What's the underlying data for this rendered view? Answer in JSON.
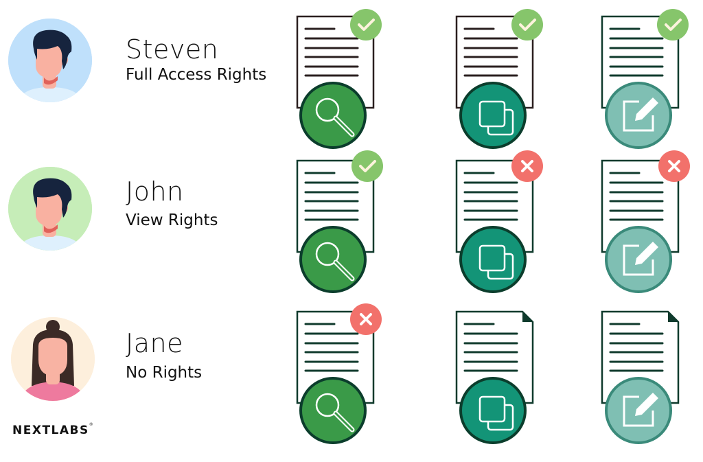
{
  "users": [
    {
      "name": "Steven",
      "role": "Full Access Rights",
      "avatar_bg": "#bfe0fb",
      "avatar": "male-avatar"
    },
    {
      "name": "John",
      "role": "View Rights",
      "avatar_bg": "#c6edb8",
      "avatar": "male-avatar"
    },
    {
      "name": "Jane",
      "role": "No Rights",
      "avatar_bg": "#fdefdc",
      "avatar": "female-avatar"
    }
  ],
  "actions": [
    {
      "name": "view",
      "icon": "magnifier-icon",
      "circle_fill": "#3a9a48",
      "circle_border": "#0b3d2c"
    },
    {
      "name": "copy",
      "icon": "copy-icon",
      "circle_fill": "#139477",
      "circle_border": "#0b3d2c"
    },
    {
      "name": "edit",
      "icon": "edit-icon",
      "circle_fill": "#7fbfb3",
      "circle_border": "#3a8a7a"
    }
  ],
  "permissions": [
    [
      "allowed",
      "allowed",
      "allowed"
    ],
    [
      "allowed",
      "denied",
      "denied"
    ],
    [
      "denied",
      "none",
      "none"
    ]
  ],
  "colors": {
    "allowed_badge": "#86c56b",
    "denied_badge": "#f2716b",
    "doc_stroke": "#0f3a2c"
  },
  "logo": {
    "text": "NEXTLABS",
    "mark": "®"
  }
}
